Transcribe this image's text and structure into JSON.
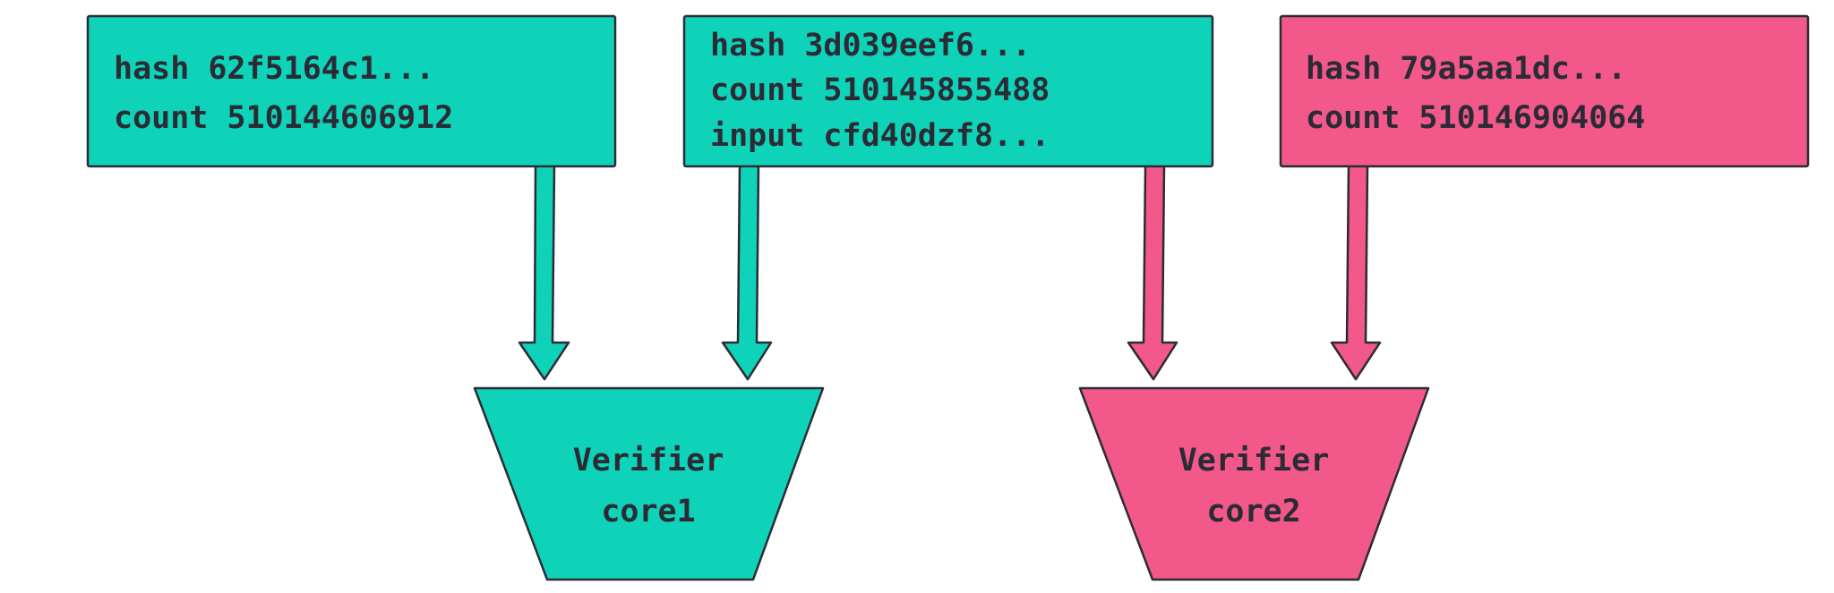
{
  "colors": {
    "teal": "#0fd3b9",
    "pink": "#f2588a",
    "outline": "#2b2b35"
  },
  "boxes": [
    {
      "id": "box-1",
      "color": "teal",
      "lines": [
        "hash 62f5164c1...",
        "count 510144606912"
      ]
    },
    {
      "id": "box-2",
      "color": "teal",
      "lines": [
        "hash 3d039eef6...",
        "count 510145855488",
        "input cfd40dzf8..."
      ]
    },
    {
      "id": "box-3",
      "color": "pink",
      "lines": [
        "hash 79a5aa1dc...",
        "count 510146904064"
      ]
    }
  ],
  "cores": [
    {
      "id": "core-1",
      "color": "teal",
      "lines": [
        "Verifier",
        "core1"
      ]
    },
    {
      "id": "core-2",
      "color": "pink",
      "lines": [
        "Verifier",
        "core2"
      ]
    }
  ],
  "arrows": [
    {
      "from": "box-1",
      "to": "core-1",
      "color": "teal"
    },
    {
      "from": "box-2",
      "to": "core-1",
      "color": "teal"
    },
    {
      "from": "box-2",
      "to": "core-2",
      "color": "pink"
    },
    {
      "from": "box-3",
      "to": "core-2",
      "color": "pink"
    }
  ]
}
